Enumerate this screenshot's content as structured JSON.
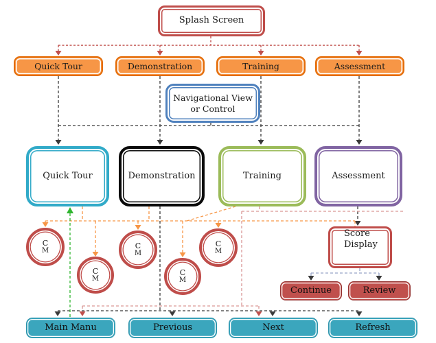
{
  "splash": {
    "label": "Splash Screen"
  },
  "menu_row": [
    {
      "label": "Quick Tour"
    },
    {
      "label": "Demonstration"
    },
    {
      "label": "Training"
    },
    {
      "label": "Assessment"
    }
  ],
  "nav_control": {
    "label": "Navigational View or Control"
  },
  "section_row": [
    {
      "label": "Quick Tour"
    },
    {
      "label": "Demonstration"
    },
    {
      "label": "Training"
    },
    {
      "label": "Assessment"
    }
  ],
  "content_modules": [
    {
      "top": "C",
      "bottom": "M"
    },
    {
      "top": "C",
      "bottom": "M"
    },
    {
      "top": "C",
      "bottom": "M"
    },
    {
      "top": "C",
      "bottom": "M"
    },
    {
      "top": "C",
      "bottom": "M"
    }
  ],
  "score_display": {
    "label": "Score Display"
  },
  "result_actions": [
    {
      "label": "Continue"
    },
    {
      "label": "Review"
    }
  ],
  "nav_buttons": [
    {
      "label": "Main Manu"
    },
    {
      "label": "Previous"
    },
    {
      "label": "Next"
    },
    {
      "label": "Refresh"
    }
  ],
  "colors": {
    "box_red": "#bf4d4a",
    "orange_fill": "#f79646",
    "orange_border": "#e36c09",
    "nav_blue": "#4f81bd",
    "section_cyan": "#31aac8",
    "section_black": "#0a0a0a",
    "section_green": "#9bbb59",
    "section_purple": "#8064a2",
    "teal_fill": "#3ba6bd",
    "action_red_fill": "#c0504d",
    "connector_red": "#c0504d",
    "connector_black": "#3a3a3a",
    "connector_orange": "#f79646",
    "connector_green": "#2fb52f",
    "connector_pink": "#d99694",
    "connector_bluegray": "#98a4c6"
  }
}
